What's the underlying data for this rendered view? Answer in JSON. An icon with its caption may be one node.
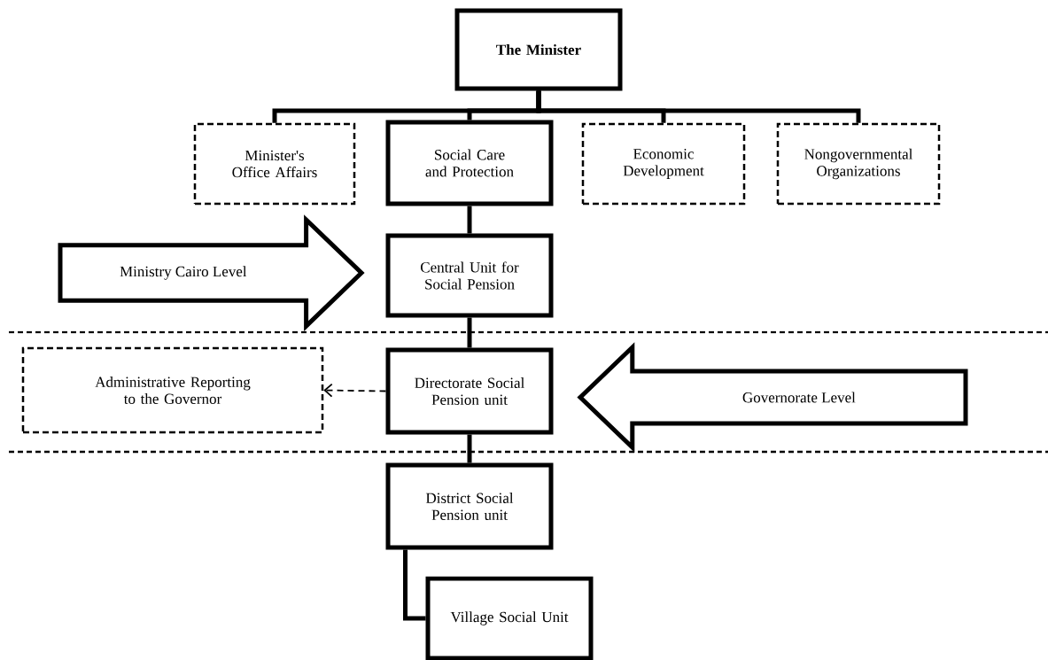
{
  "diagram": {
    "nodes": [
      {
        "text": [
          "The Minister"
        ]
      },
      {
        "text": [
          "Minister's Office Affairs"
        ]
      },
      {
        "text": [
          "Social Care and Protection"
        ]
      },
      {
        "text": [
          "Economic Development"
        ]
      },
      {
        "text": [
          "Nongovernmental Organizations"
        ]
      },
      {
        "text": [
          "Ministry Cairo Level"
        ]
      },
      {
        "text": [
          "Central Unit for Social Pension"
        ]
      },
      {
        "text": [
          "Administrative Reporting to the Governor"
        ]
      },
      {
        "text": [
          "Directorate Social Pension unit"
        ]
      },
      {
        "text": [
          "Governorate Level"
        ]
      },
      {
        "text": [
          "District Social Pension unit"
        ]
      },
      {
        "text": [
          "Village Social Unit"
        ]
      }
    ],
    "edges": [
      {
        "from": 0,
        "to": 1,
        "arrow": "none"
      },
      {
        "from": 0,
        "to": 2,
        "arrow": "none"
      },
      {
        "from": 0,
        "to": 3,
        "arrow": "none"
      },
      {
        "from": 0,
        "to": 4,
        "arrow": "none"
      },
      {
        "from": 2,
        "to": 6,
        "arrow": "none"
      },
      {
        "from": 6,
        "to": 8,
        "arrow": "none"
      },
      {
        "from": 8,
        "to": 7,
        "arrow": "to",
        "style": "dashed"
      },
      {
        "from": 8,
        "to": 10,
        "arrow": "none"
      },
      {
        "from": 10,
        "to": 11,
        "arrow": "none"
      }
    ]
  }
}
